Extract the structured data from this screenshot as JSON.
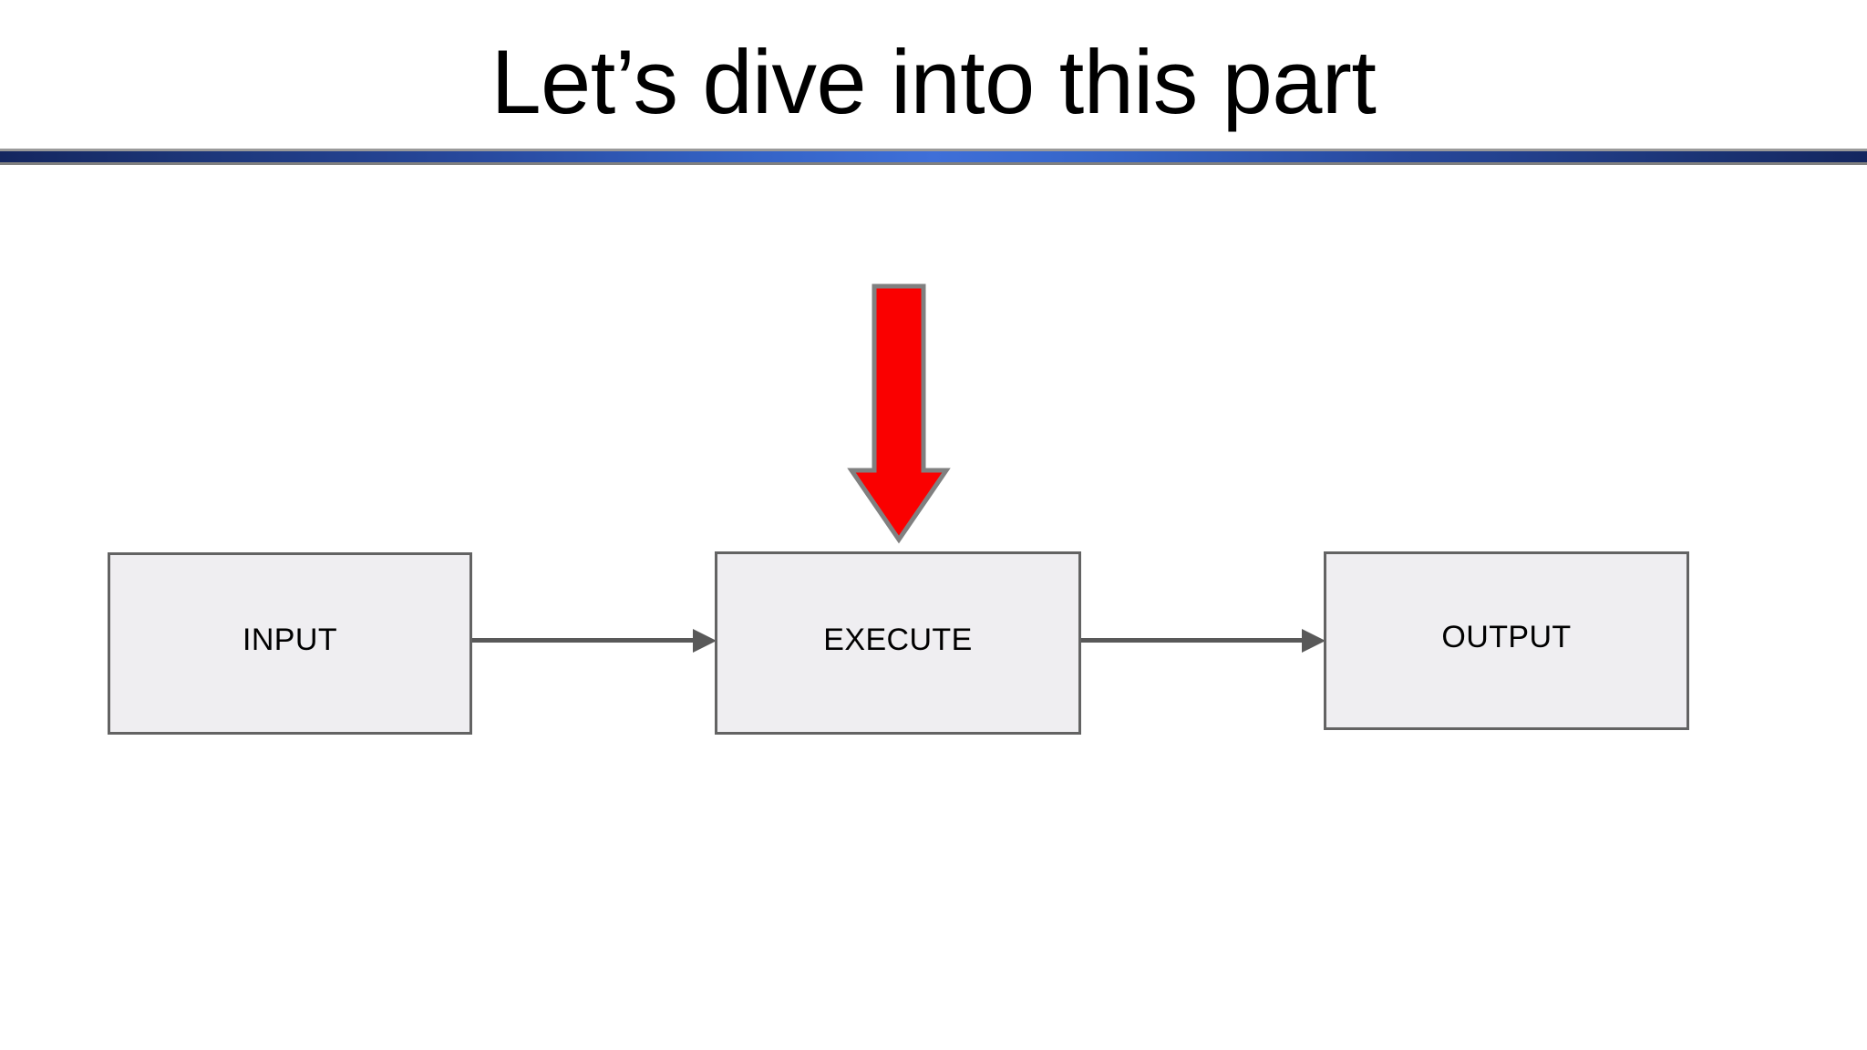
{
  "slide": {
    "title": "Let’s dive into this part",
    "background_color": "#ffffff",
    "title_color": "#000000"
  },
  "divider": {
    "name": "title-divider-bar",
    "gradient_edge_color": "#14265f",
    "gradient_center_color": "#3f6fd8",
    "border_color": "#8c8c8c"
  },
  "diagram": {
    "type": "flow",
    "box_fill_color": "#efeef1",
    "box_border_color": "#636363",
    "connector_color": "#595959",
    "boxes": [
      {
        "id": "input",
        "label": "INPUT"
      },
      {
        "id": "execute",
        "label": "EXECUTE"
      },
      {
        "id": "output",
        "label": "OUTPUT"
      }
    ],
    "connectors": [
      {
        "from": "input",
        "to": "execute",
        "direction": "right"
      },
      {
        "from": "execute",
        "to": "output",
        "direction": "right"
      }
    ],
    "highlight_arrow": {
      "icon": "arrow-down-icon",
      "points_to": "execute",
      "fill_color": "#fa0000",
      "stroke_color": "#808080"
    }
  }
}
